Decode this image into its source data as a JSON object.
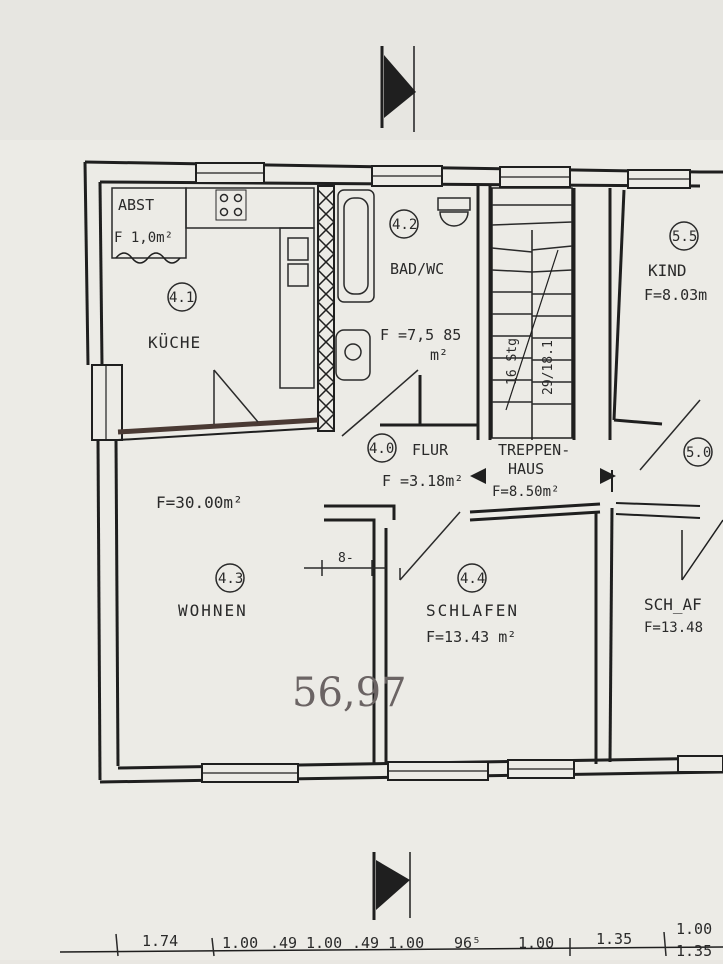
{
  "marker_top": "section-marker-arrow",
  "marker_bottom": "section-marker-arrow",
  "rooms": {
    "abst": {
      "label": "ABST",
      "area": "F 1,0m²"
    },
    "kueche": {
      "number": "4.1",
      "name": "KÜCHE"
    },
    "bad": {
      "number": "4.2",
      "name": "BAD/WC",
      "area": "F =7,5 85",
      "unit": "m²"
    },
    "kind": {
      "number": "5.5",
      "name": "KIND",
      "area": "F=8.03m"
    },
    "flur": {
      "number": "4.0",
      "name": "FLUR",
      "area": "F =3.18m²"
    },
    "treppenhaus": {
      "name1": "TREPPEN-",
      "name2": "HAUS",
      "area": "F=8.50m²"
    },
    "r50": {
      "number": "5.0"
    },
    "wohnen": {
      "number": "4.3",
      "name": "WOHNEN",
      "area": "F=30.00m²"
    },
    "schlafen": {
      "number": "4.4",
      "name": "SCHLAFEN",
      "area": "F=13.43 m²"
    },
    "schlafen2": {
      "name": "SCH_AF",
      "area": "F=13.48"
    }
  },
  "stairs_label1": "16 Stg",
  "stairs_label2": "29/18.1",
  "door_width": "8-",
  "handwritten_total": "56,97",
  "dimensions": [
    "1.74",
    "1.00",
    ".49",
    "1.00",
    ".49",
    "1.00",
    "96⁵",
    "1.00",
    "1.35",
    "1.00",
    "1.35"
  ]
}
